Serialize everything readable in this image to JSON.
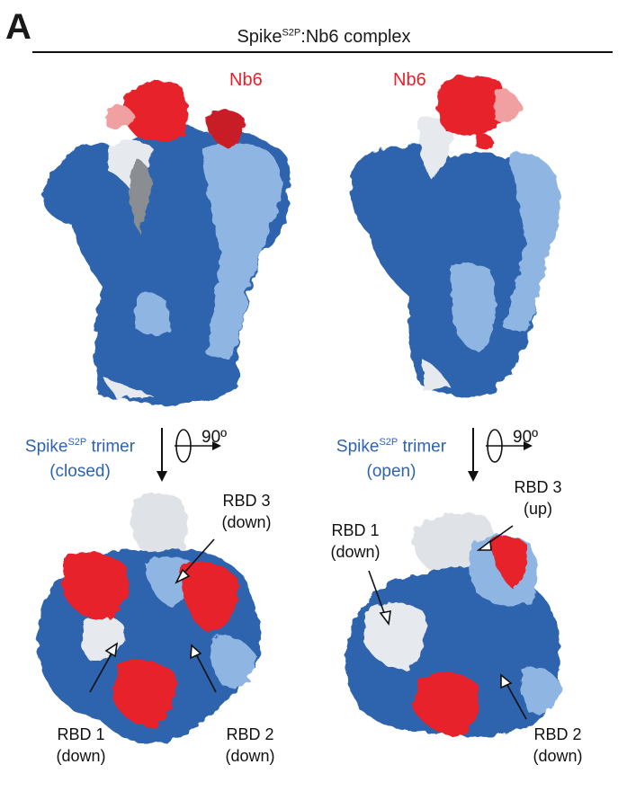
{
  "panel_letter": "A",
  "title": {
    "main": "Spike",
    "sup": "S2P",
    "rest": ":Nb6 complex"
  },
  "nb6_label": "Nb6",
  "trimer_closed": {
    "name": "Spike",
    "sup": "S2P",
    "suffix": " trimer",
    "state": "(closed)"
  },
  "trimer_open": {
    "name": "Spike",
    "sup": "S2P",
    "suffix": " trimer",
    "state": "(open)"
  },
  "rotation_label": "90º",
  "closed_rbd": {
    "rbd3": {
      "name": "RBD 3",
      "state": "(down)"
    },
    "rbd1": {
      "name": "RBD 1",
      "state": "(down)"
    },
    "rbd2": {
      "name": "RBD 2",
      "state": "(down)"
    }
  },
  "open_rbd": {
    "rbd3": {
      "name": "RBD 3",
      "state": "(up)"
    },
    "rbd1": {
      "name": "RBD 1",
      "state": "(down)"
    },
    "rbd2": {
      "name": "RBD 2",
      "state": "(down)"
    }
  },
  "colors": {
    "nb6_red": "#e8202a",
    "spike_blue_dark": "#2f63ad",
    "spike_blue_light": "#8fb6e3",
    "spike_white": "#e6e9ee",
    "spike_grey": "#8a8d92"
  }
}
